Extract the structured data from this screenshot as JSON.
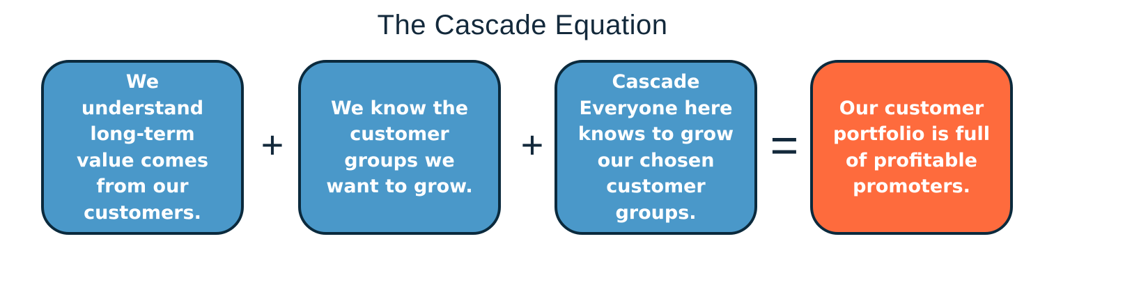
{
  "title": "The Cascade Equation",
  "boxes": [
    {
      "lines": [
        "We",
        "understand",
        "long-term",
        "value comes",
        "from our",
        "customers."
      ]
    },
    {
      "lines": [
        "We know the",
        "customer",
        "groups we",
        "want to grow."
      ]
    },
    {
      "lines": [
        "Cascade",
        "Everyone here",
        "knows to grow",
        "our chosen",
        "customer",
        "groups."
      ]
    },
    {
      "lines": [
        "Our customer",
        "portfolio is full",
        "of profitable",
        "promoters."
      ]
    }
  ],
  "operators": [
    "+",
    "+",
    "="
  ],
  "colors": {
    "box_fill": "#4a98c9",
    "result_fill": "#fe6b3d",
    "border": "#0b2a3d",
    "text_dark": "#13293b"
  }
}
